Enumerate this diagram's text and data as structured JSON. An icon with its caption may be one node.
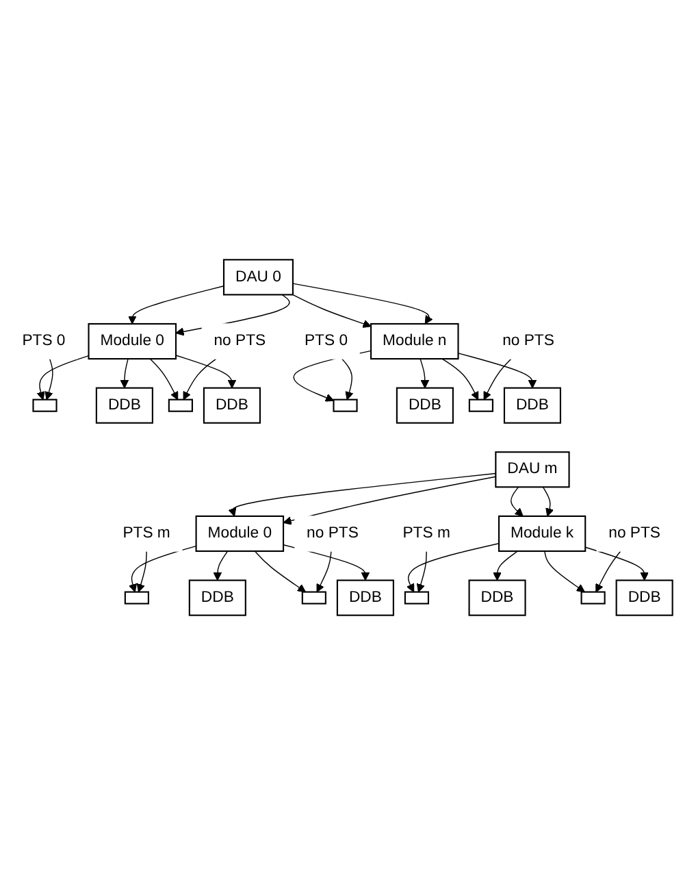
{
  "diagram": {
    "nodes": [
      {
        "text": [
          "DAU 0"
        ]
      },
      {
        "text": [
          "Module 0"
        ]
      },
      {
        "text": [
          "Module n"
        ]
      },
      {
        "text": [],
        "shape": "box"
      },
      {
        "text": [
          "DDB"
        ]
      },
      {
        "text": [],
        "shape": "box"
      },
      {
        "text": [
          "DDB"
        ]
      },
      {
        "text": [],
        "shape": "box"
      },
      {
        "text": [
          "DDB"
        ]
      },
      {
        "text": [],
        "shape": "box"
      },
      {
        "text": [
          "DDB"
        ]
      },
      {
        "text": [
          "PTS 0"
        ]
      },
      {
        "text": [
          "no PTS"
        ]
      },
      {
        "text": [
          "PTS 0"
        ]
      },
      {
        "text": [
          "no PTS"
        ]
      },
      {
        "text": [
          "DAU m"
        ]
      },
      {
        "text": [
          "Module 0"
        ]
      },
      {
        "text": [
          "Module k"
        ]
      },
      {
        "text": [],
        "shape": "box"
      },
      {
        "text": [
          "DDB"
        ]
      },
      {
        "text": [],
        "shape": "box"
      },
      {
        "text": [
          "DDB"
        ]
      },
      {
        "text": [],
        "shape": "box"
      },
      {
        "text": [
          "DDB"
        ]
      },
      {
        "text": [],
        "shape": "box"
      },
      {
        "text": [
          "DDB"
        ]
      },
      {
        "text": [
          "PTS m"
        ]
      },
      {
        "text": [
          "no PTS"
        ]
      },
      {
        "text": [
          "PTS m"
        ]
      },
      {
        "text": [
          "no PTS"
        ]
      }
    ],
    "edges": [
      {
        "from": 0,
        "to": 1,
        "arrow": "to"
      },
      {
        "from": 0,
        "to": 1,
        "arrow": "to"
      },
      {
        "from": 0,
        "to": 2,
        "arrow": "to"
      },
      {
        "from": 0,
        "to": 2,
        "arrow": "to"
      },
      {
        "from": 1,
        "to": 3,
        "arrow": "to"
      },
      {
        "from": 1,
        "to": 4,
        "arrow": "to"
      },
      {
        "from": 1,
        "to": 5,
        "arrow": "to"
      },
      {
        "from": 1,
        "to": 6,
        "arrow": "to"
      },
      {
        "from": 2,
        "to": 7,
        "arrow": "to"
      },
      {
        "from": 2,
        "to": 8,
        "arrow": "to"
      },
      {
        "from": 2,
        "to": 9,
        "arrow": "to"
      },
      {
        "from": 2,
        "to": 10,
        "arrow": "to"
      },
      {
        "from": 11,
        "to": 3,
        "arrow": "to"
      },
      {
        "from": 12,
        "to": 5,
        "arrow": "to"
      },
      {
        "from": 13,
        "to": 7,
        "arrow": "to"
      },
      {
        "from": 14,
        "to": 9,
        "arrow": "to"
      },
      {
        "from": 15,
        "to": 16,
        "arrow": "to"
      },
      {
        "from": 15,
        "to": 16,
        "arrow": "to"
      },
      {
        "from": 15,
        "to": 17,
        "arrow": "to"
      },
      {
        "from": 15,
        "to": 17,
        "arrow": "to"
      },
      {
        "from": 16,
        "to": 18,
        "arrow": "to"
      },
      {
        "from": 16,
        "to": 19,
        "arrow": "to"
      },
      {
        "from": 16,
        "to": 20,
        "arrow": "to"
      },
      {
        "from": 16,
        "to": 21,
        "arrow": "to"
      },
      {
        "from": 17,
        "to": 22,
        "arrow": "to"
      },
      {
        "from": 17,
        "to": 23,
        "arrow": "to"
      },
      {
        "from": 17,
        "to": 24,
        "arrow": "to"
      },
      {
        "from": 17,
        "to": 25,
        "arrow": "to"
      },
      {
        "from": 26,
        "to": 18,
        "arrow": "to"
      },
      {
        "from": 27,
        "to": 20,
        "arrow": "to"
      },
      {
        "from": 28,
        "to": 22,
        "arrow": "to"
      },
      {
        "from": 29,
        "to": 24,
        "arrow": "to"
      }
    ]
  }
}
